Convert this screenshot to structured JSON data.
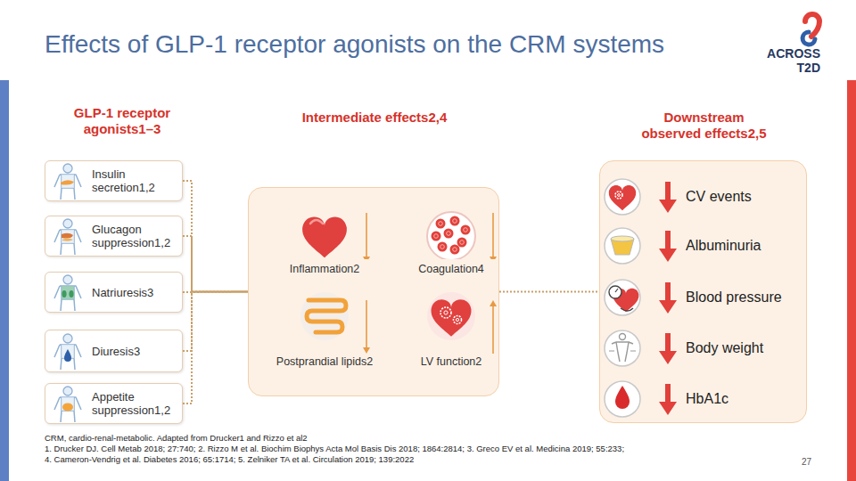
{
  "diagram": {
    "title": "Effects of GLP-1 receptor agonists on the CRM systems",
    "nodes": [
      {
        "text": [
          "Insulin secretion1,2"
        ]
      },
      {
        "text": [
          "Glucagon suppression1,2"
        ]
      },
      {
        "text": [
          "Natriuresis3"
        ]
      },
      {
        "text": [
          "Diuresis3"
        ]
      },
      {
        "text": [
          "Appetite suppression1,2"
        ]
      },
      {
        "text": [
          "Intermediate effects2,4"
        ]
      },
      {
        "text": [
          "Inflammation2"
        ],
        "in": 5
      },
      {
        "text": [
          "Coagulation4"
        ],
        "in": 5
      },
      {
        "text": [
          "Postprandial lipids2"
        ],
        "in": 5
      },
      {
        "text": [
          "LV function2"
        ],
        "in": 5
      },
      {
        "text": [
          "Downstream observed effects2,5"
        ]
      },
      {
        "text": [
          "CV events"
        ],
        "in": 10
      },
      {
        "text": [
          "Albuminuria"
        ],
        "in": 10
      },
      {
        "text": [
          "Blood pressure"
        ],
        "in": 10
      },
      {
        "text": [
          "Body weight"
        ],
        "in": 10
      },
      {
        "text": [
          "HbA1c"
        ],
        "in": 10
      }
    ],
    "edges": [
      {
        "from": 0,
        "to": 5,
        "arrow": "none"
      },
      {
        "from": 1,
        "to": 5,
        "arrow": "none"
      },
      {
        "from": 2,
        "to": 5,
        "arrow": "none"
      },
      {
        "from": 3,
        "to": 5,
        "arrow": "none"
      },
      {
        "from": 4,
        "to": 5,
        "arrow": "none"
      },
      {
        "from": 5,
        "to": 10,
        "arrow": "none"
      }
    ],
    "labels": [
      "GLP-1 receptor agonists1–3",
      "ACROSS",
      "T2D",
      "CRM, cardio-renal-metabolic. Adapted from Drucker1 and Rizzo et al2",
      "1. Drucker DJ. Cell Metab 2018; 27:740; 2. Rizzo M et al. Biochim Biophys Acta Mol Basis Dis 2018; 1864:2814; 3. Greco EV et al. Medicina 2019; 55:233;",
      "4. Cameron-Vendrig et al. Diabetes 2016; 65:1714; 5. Zelniker TA et al. Circulation 2019; 139:2022",
      "27"
    ]
  }
}
